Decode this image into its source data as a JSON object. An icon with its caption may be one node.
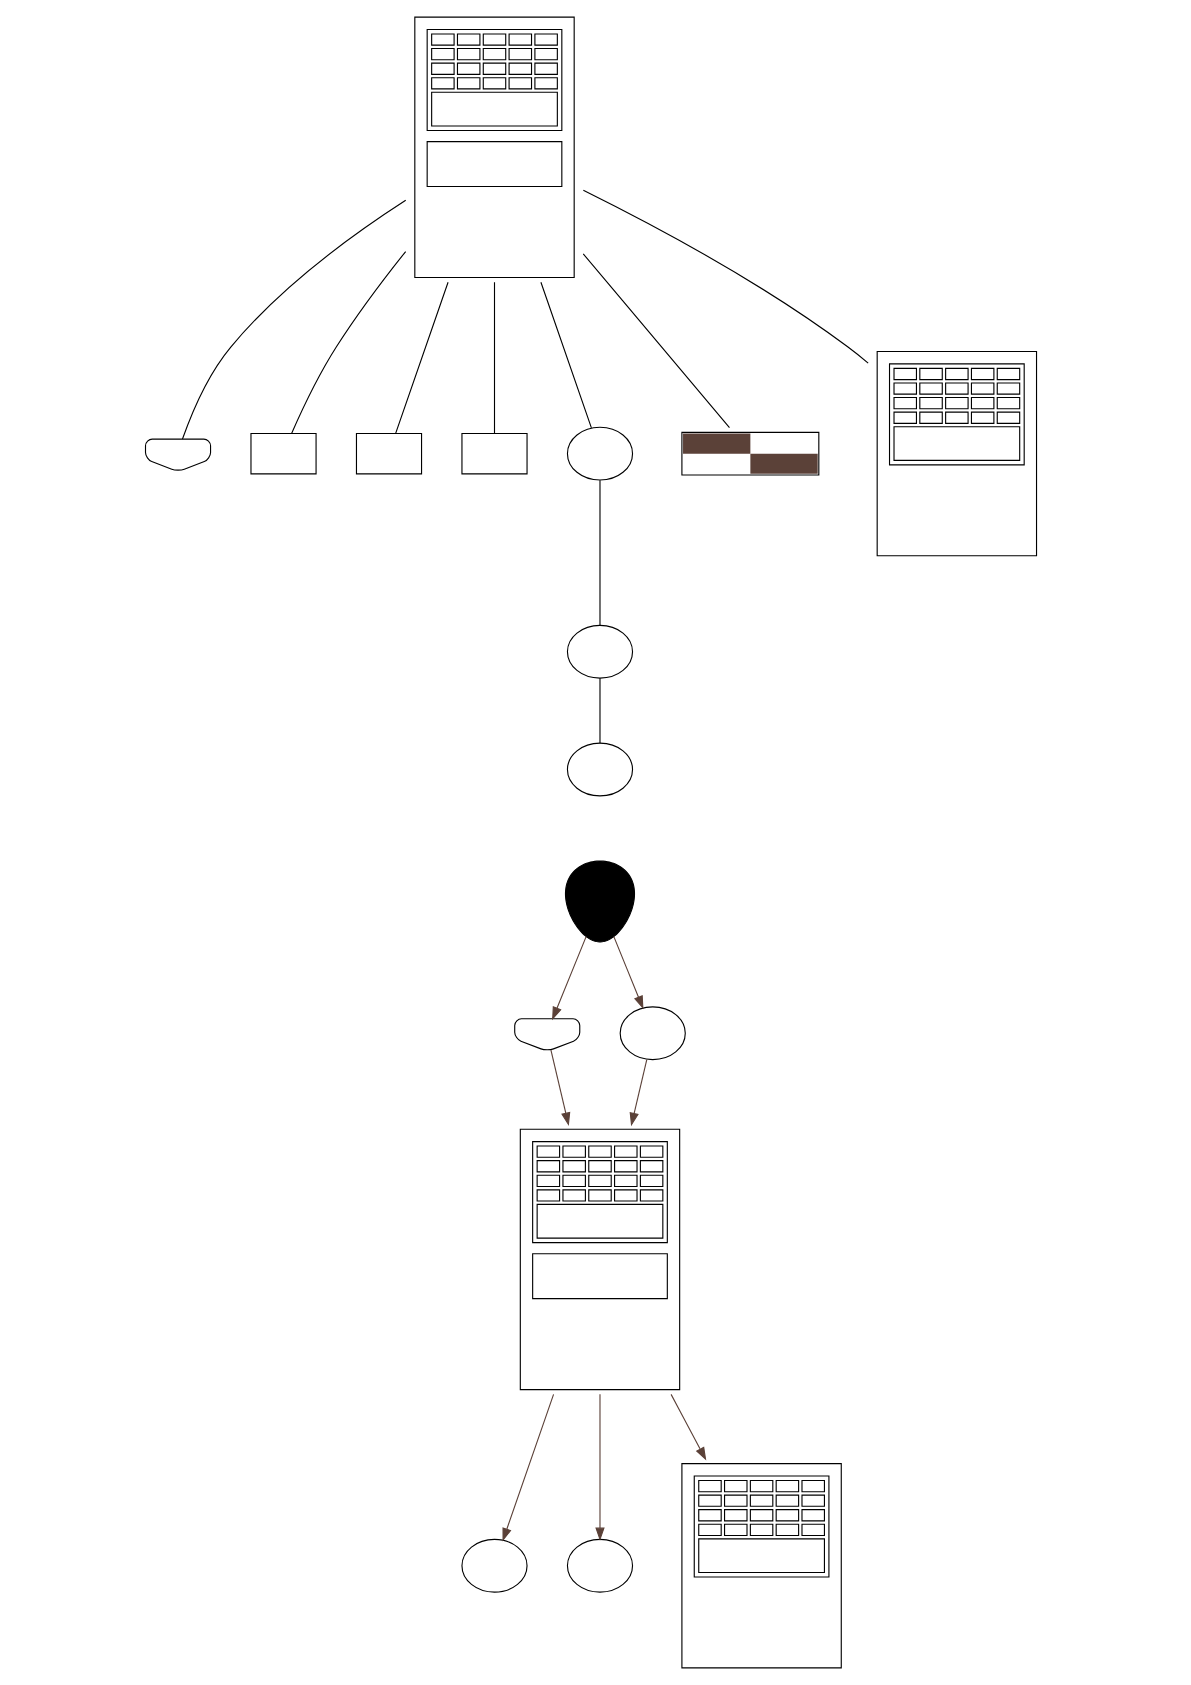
{
  "diagram": {
    "nodes": [
      {
        "text": [],
        "shape": "box"
      },
      {
        "text": [],
        "shape": "dome"
      },
      {
        "text": [],
        "shape": "trapezoid"
      },
      {
        "text": [],
        "shape": "trapezoid"
      },
      {
        "text": [],
        "shape": "trapezoid"
      },
      {
        "text": [],
        "shape": "circle"
      },
      {
        "text": [],
        "shape": "circle"
      },
      {
        "text": [],
        "shape": "circle"
      },
      {
        "text": [],
        "shape": "box"
      },
      {
        "text": [],
        "shape": "box"
      },
      {
        "text": [],
        "shape": "dome"
      },
      {
        "text": [],
        "shape": "circle"
      },
      {
        "text": [],
        "shape": "box"
      },
      {
        "text": [],
        "shape": "circle"
      },
      {
        "text": [],
        "shape": "flame"
      },
      {
        "text": [],
        "shape": "box"
      },
      {
        "text": [],
        "shape": "circle"
      }
    ],
    "edges": [
      {
        "from": 0,
        "to": 1,
        "arrow": "none"
      },
      {
        "from": 0,
        "to": 2,
        "arrow": "none"
      },
      {
        "from": 0,
        "to": 3,
        "arrow": "none"
      },
      {
        "from": 0,
        "to": 4,
        "arrow": "none"
      },
      {
        "from": 0,
        "to": 5,
        "arrow": "none"
      },
      {
        "from": 5,
        "to": 6,
        "arrow": "none"
      },
      {
        "from": 6,
        "to": 7,
        "arrow": "none"
      },
      {
        "from": 0,
        "to": 8,
        "arrow": "none"
      },
      {
        "from": 0,
        "to": 9,
        "arrow": "none"
      },
      {
        "from": 14,
        "to": 10,
        "arrow": "to",
        "color": "#5b4138"
      },
      {
        "from": 14,
        "to": 16,
        "arrow": "to",
        "color": "#5b4138"
      },
      {
        "from": 10,
        "to": 12,
        "arrow": "to",
        "color": "#5b4138"
      },
      {
        "from": 16,
        "to": 12,
        "arrow": "to",
        "color": "#5b4138"
      },
      {
        "from": 12,
        "to": 11,
        "arrow": "to",
        "color": "#5b4138"
      },
      {
        "from": 12,
        "to": 13,
        "arrow": "to",
        "color": "#5b4138"
      },
      {
        "from": 12,
        "to": 15,
        "arrow": "to",
        "color": "#5b4138"
      }
    ]
  }
}
